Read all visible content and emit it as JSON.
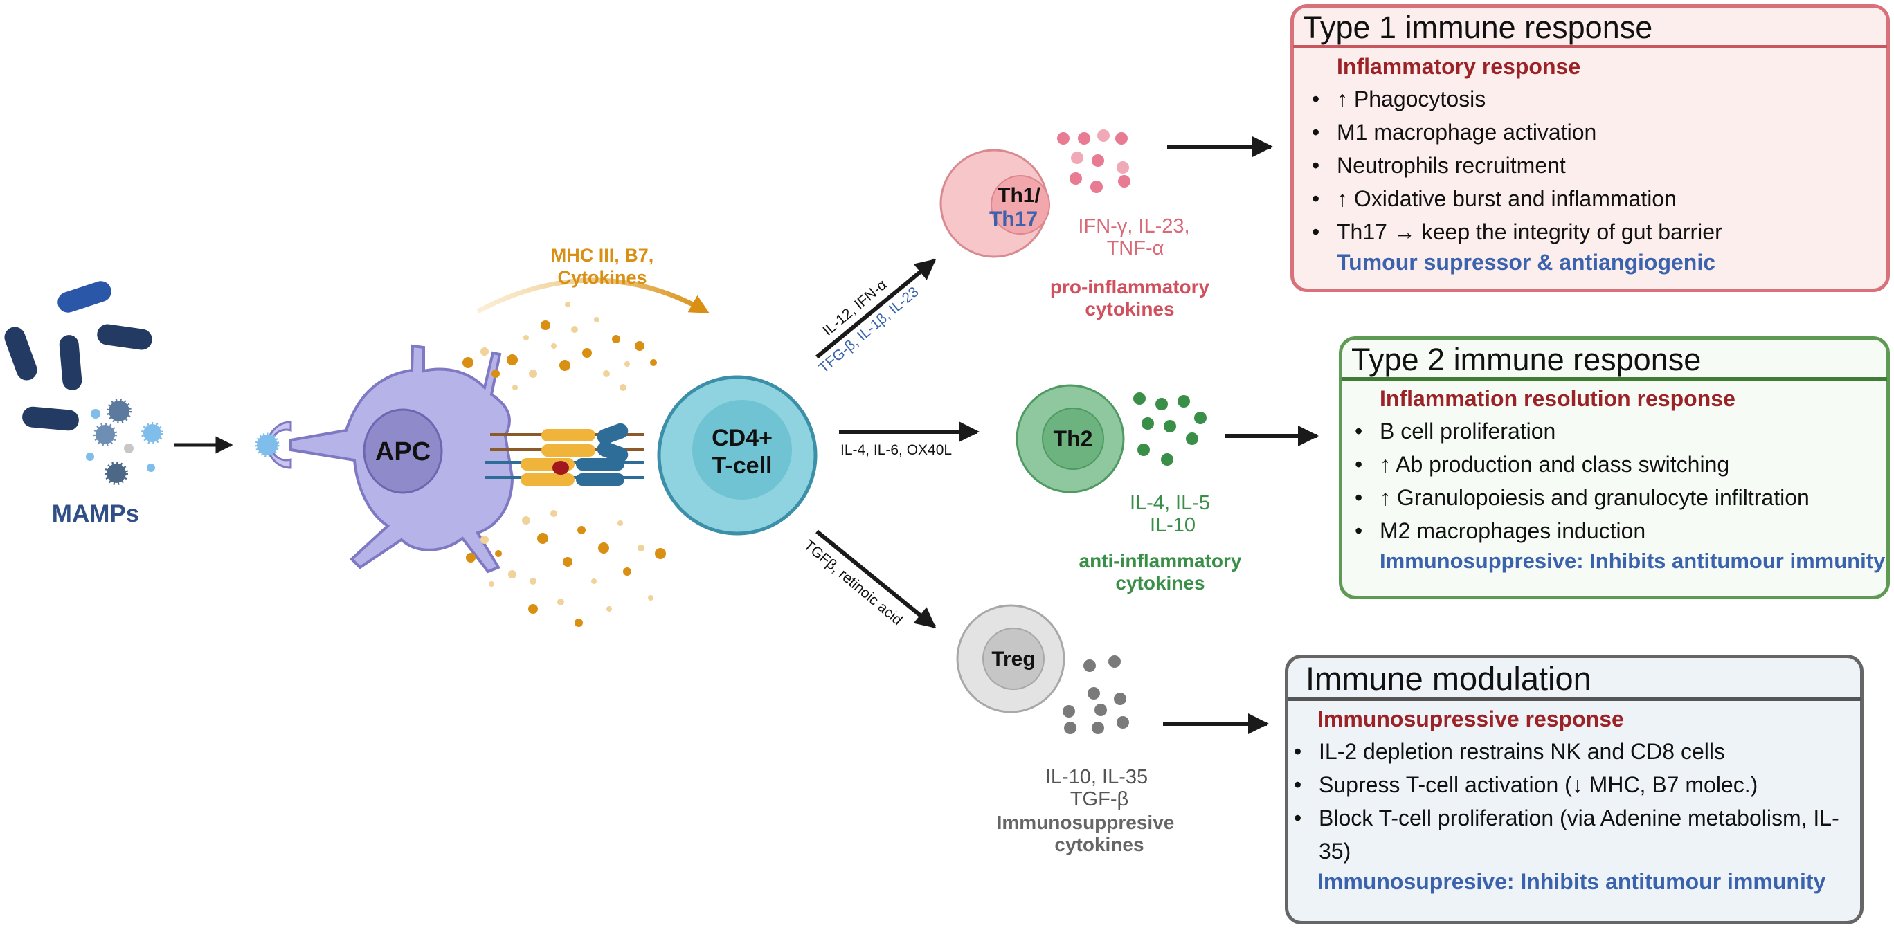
{
  "colors": {
    "apc_fill": "#b6b3e8",
    "apc_nucleus": "#8f8ac9",
    "tcell_fill": "#8ed3df",
    "tcell_nucleus": "#6fc3d2",
    "th1_fill": "#f6c6c9",
    "th2_fill": "#8fc79f",
    "treg_fill": "#e3e3e3",
    "bacteria_dark": "#233a62",
    "mhc_orange": "#d88f12",
    "type1_border": "#d9717a",
    "type1_bg": "#fdeeee",
    "type2_border": "#5f9a54",
    "type2_bg": "#f6fbf5",
    "immuno_border": "#666666",
    "immuno_bg": "#eef3f7",
    "red_text": "#9b2226",
    "blue_text": "#3a62ad",
    "pink_cytokine": "#e87a92",
    "green_cytokine": "#3a8f48",
    "grey_cytokine": "#777777"
  },
  "left": {
    "mamps_label": "MAMPs",
    "apc_label": "APC",
    "tcell_label_1": "CD4+",
    "tcell_label_2": "T-cell",
    "mhc_label_1": "MHC III, B7,",
    "mhc_label_2": "Cytokines"
  },
  "arrows": {
    "top_line1": "IL-12, IFN-α",
    "top_line2": "TFG-β, IL-1β, IL-23",
    "mid": "IL-4, IL-6, OX40L",
    "bottom": "TGFβ, retinoic acid"
  },
  "cells": {
    "th1_line1": "Th1/",
    "th1_line2": "Th17",
    "th1_cyto_1": "IFN-γ, IL-23,",
    "th1_cyto_2": "TNF-α",
    "th1_type_1": "pro-inflammatory",
    "th1_type_2": "cytokines",
    "th2_label": "Th2",
    "th2_cyto_1": "IL-4, IL-5",
    "th2_cyto_2": "IL-10",
    "th2_type_1": "anti-inflammatory",
    "th2_type_2": "cytokines",
    "treg_label": "Treg",
    "treg_cyto_1": "IL-10, IL-35",
    "treg_cyto_2": "TGF-β",
    "treg_type_1": "Immunosuppresive",
    "treg_type_2": "cytokines"
  },
  "boxes": {
    "type1": {
      "title": "Type 1 immune response",
      "subtitle": "Inflammatory response",
      "items": [
        "↑ Phagocytosis",
        "M1 macrophage activation",
        "Neutrophils recruitment",
        "↑ Oxidative burst and inflammation",
        "Th17 → keep the integrity of gut barrier"
      ],
      "footer": "Tumour supressor & antiangiogenic"
    },
    "type2": {
      "title": "Type 2 immune response",
      "subtitle": "Inflammation resolution response",
      "items": [
        "B cell proliferation",
        "↑ Ab production and class switching",
        "↑ Granulopoiesis and granulocyte infiltration",
        "M2 macrophages induction"
      ],
      "footer": "Immunosuppresive: Inhibits antitumour immunity"
    },
    "immuno": {
      "title": "Immune modulation",
      "subtitle": "Immunosupressive response",
      "items": [
        "IL-2 depletion restrains NK and CD8 cells",
        "Supress T-cell activation (↓ MHC, B7 molec.)",
        "Block T-cell proliferation (via Adenine metabolism, IL-35)"
      ],
      "footer": "Immunosupresive: Inhibits antitumour immunity"
    }
  }
}
